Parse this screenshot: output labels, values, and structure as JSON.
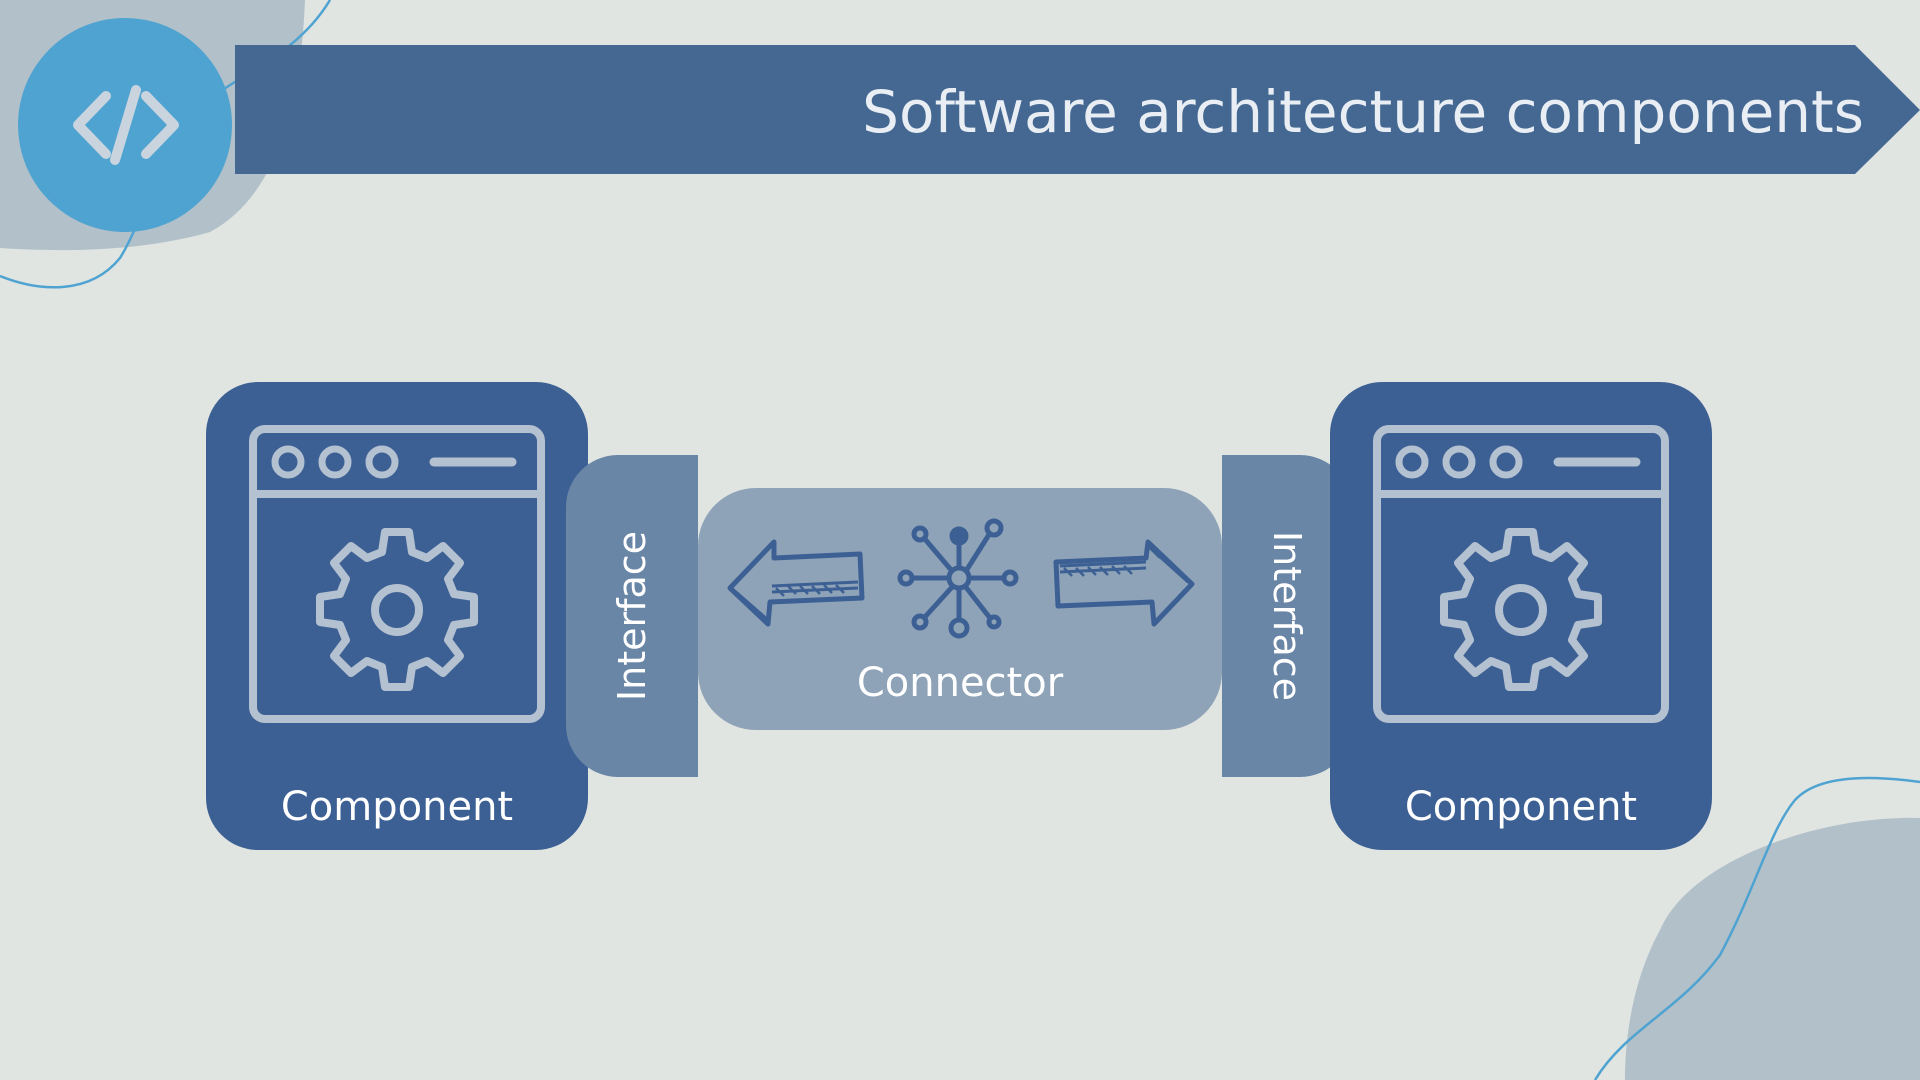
{
  "title": "Software architecture components",
  "left_component": {
    "label": "Component",
    "icon": "window-gear-icon"
  },
  "left_interface": {
    "label": "Interface"
  },
  "connector": {
    "label": "Connector",
    "icons": [
      "left-arrow-icon",
      "network-hub-icon",
      "right-arrow-icon"
    ]
  },
  "right_interface": {
    "label": "Interface"
  },
  "right_component": {
    "label": "Component",
    "icon": "window-gear-icon"
  },
  "badge_icon": "code-brackets-icon",
  "colors": {
    "background": "#e0e5e2",
    "banner": "#456892",
    "badge": "#4fa3d1",
    "component": "#3d6094",
    "interface": "#6a86a7",
    "connector": "#8ea3b7",
    "icon_stroke": "#b3c1d1"
  }
}
